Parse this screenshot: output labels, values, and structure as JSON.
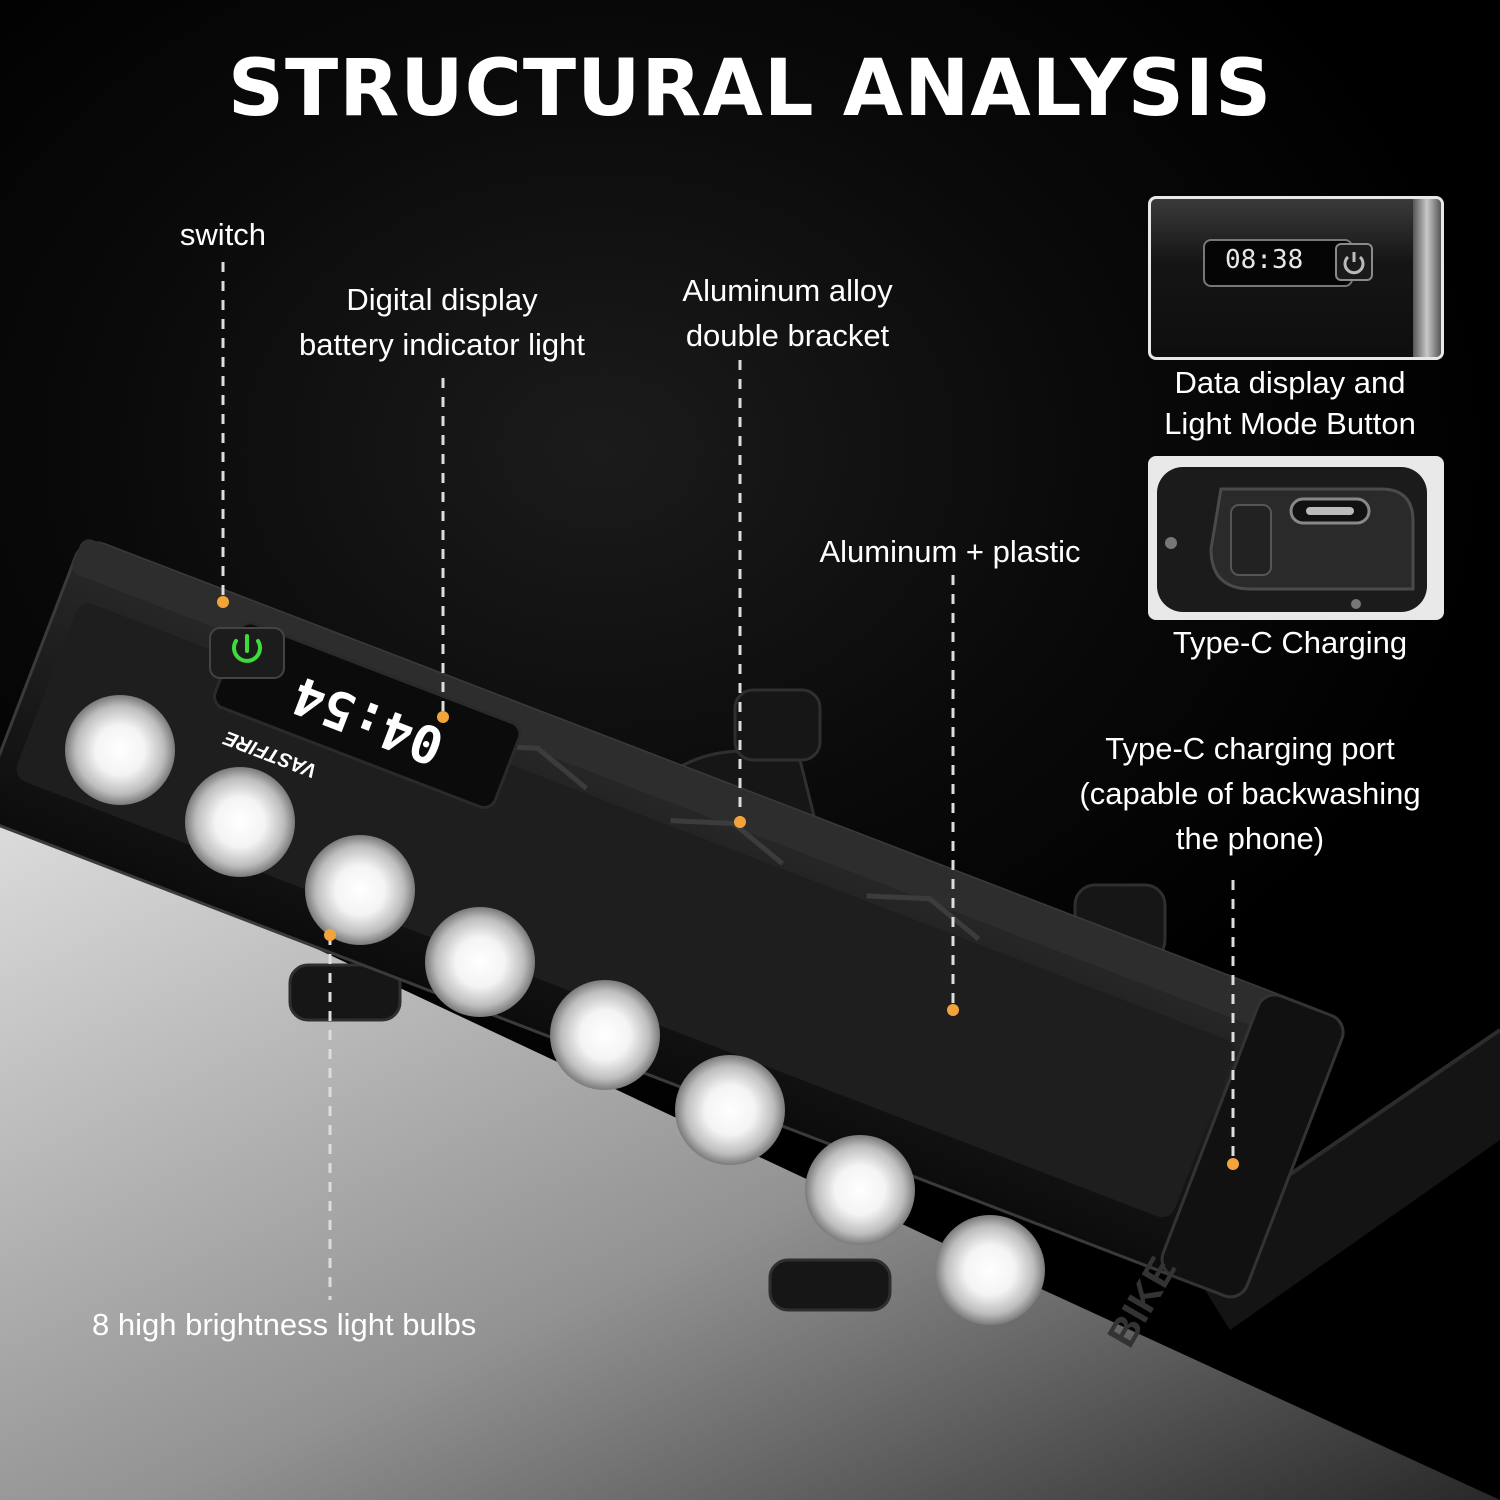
{
  "title": "STRUCTURAL ANALYSIS",
  "labels": {
    "switch": "switch",
    "digital_display": [
      "Digital display",
      "battery indicator light"
    ],
    "bracket": [
      "Aluminum alloy",
      "double bracket"
    ],
    "material": "Aluminum + plastic",
    "charging_port": [
      "Type-C charging port",
      "(capable of backwashing",
      "the phone)"
    ],
    "bulbs": "8 high brightness light bulbs"
  },
  "insets": {
    "display": {
      "time": "08:38",
      "caption": [
        "Data display and",
        "Light Mode Button"
      ]
    },
    "charging": {
      "caption": "Type-C Charging"
    }
  },
  "device": {
    "display_reading": "04:54",
    "brand": "VASTFIRE",
    "end_cap": "BIKE"
  },
  "colors": {
    "leader": "#f2a43a",
    "power_icon": "#3ddc3d",
    "background": "#000000"
  }
}
